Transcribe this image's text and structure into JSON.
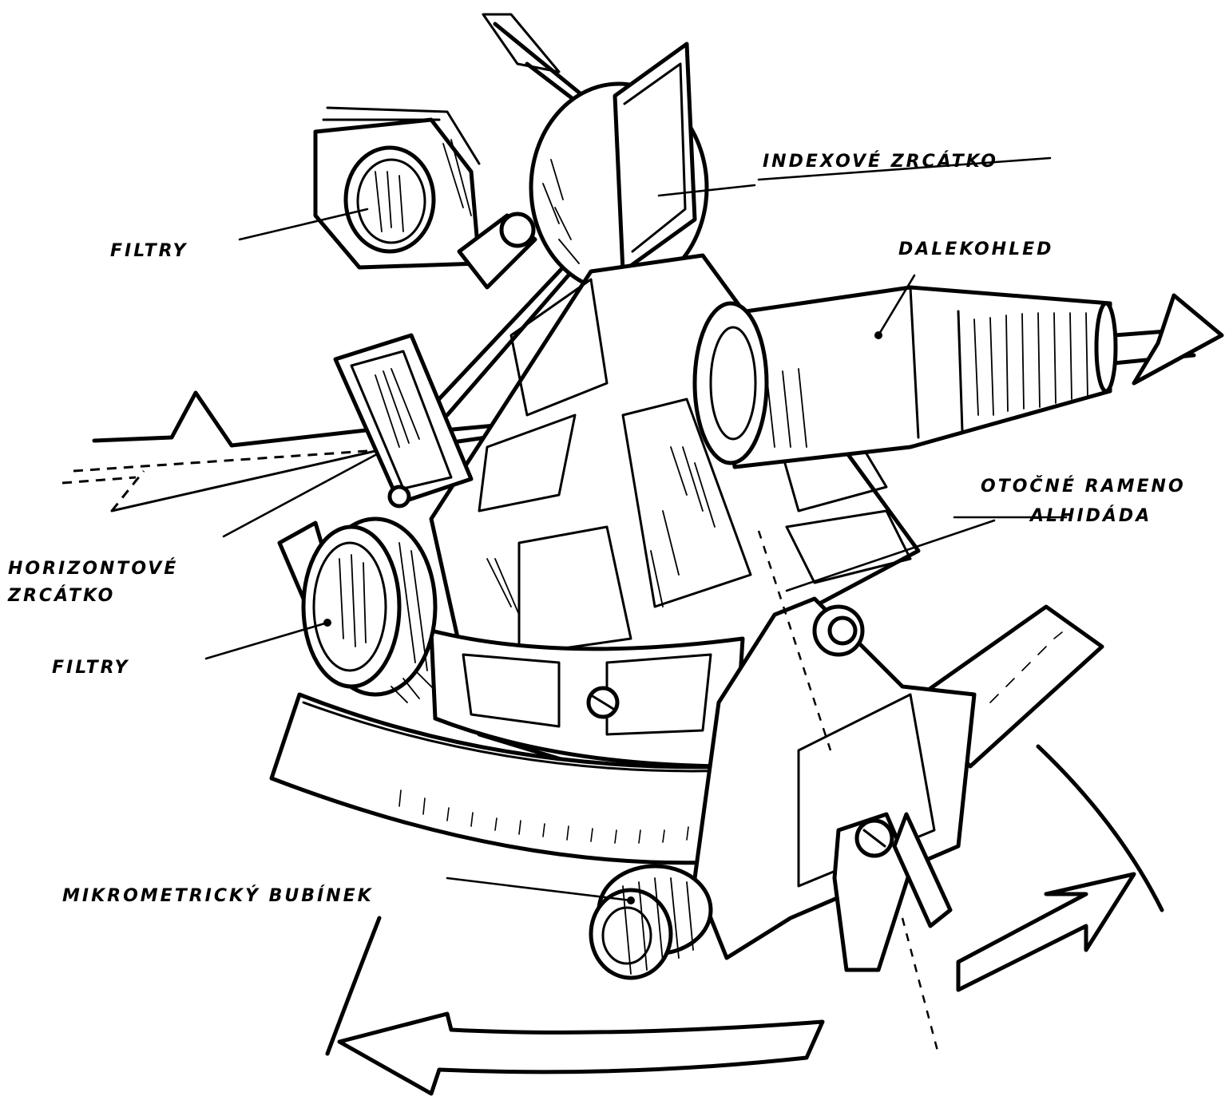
{
  "labels": {
    "index_mirror": "INDEXOVÉ ZRCÁTKO",
    "filters_top": "FILTRY",
    "telescope": "DALEKOHLED",
    "horizon_mirror_line1": "HORIZONTOVÉ",
    "horizon_mirror_line2": "ZRCÁTKO",
    "alidade_line1": "OTOČNÉ RAMENO",
    "alidade_line2": "ALHIDÁDA",
    "filters_bottom": "FILTRY",
    "micrometer_drum": "MIKROMETRICKÝ BUBÍNEK"
  },
  "icons": {
    "instrument": "sextant-drawing",
    "rotation_arrow_left": "curved-arrow-left",
    "rotation_arrow_right": "arrow-up-right"
  },
  "colors": {
    "ink": "#000000",
    "paper": "#ffffff"
  }
}
